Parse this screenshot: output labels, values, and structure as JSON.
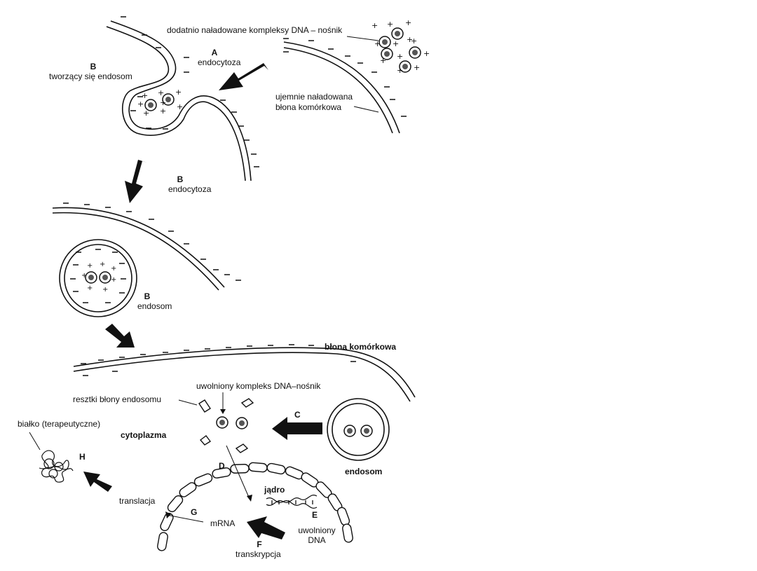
{
  "labels": {
    "complex_label": "dodatnio naładowane kompleksy DNA – nośnik",
    "step_a_letter": "A",
    "step_a_text": "endocytoza",
    "forming_letter": "B",
    "forming_text": "tworzący się endosom",
    "membrane_neg_1": "ujemnie naładowana",
    "membrane_neg_2": "błona komórkowa",
    "step_b_letter": "B",
    "step_b_text": "endocytoza",
    "endosome_letter": "B",
    "endosome_text": "endosom",
    "membrane_label": "błona komórkowa",
    "released_complex": "uwolniony kompleks DNA–nośnik",
    "remnants": "resztki błony endosomu",
    "protein": "białko (terapeutyczne)",
    "cytoplasm": "cytoplazma",
    "step_c": "C",
    "step_d": "D",
    "step_h": "H",
    "endosome_bottom": "endosom",
    "nucleus": "jądro",
    "translation": "translacja",
    "step_g": "G",
    "mrna": "mRNA",
    "step_e": "E",
    "released_dna_1": "uwolniony",
    "released_dna_2": "DNA",
    "step_f": "F",
    "transcription": "transkrypcja"
  },
  "colors": {
    "ink": "#111111",
    "arrow": "#111111",
    "background": "#ffffff"
  }
}
